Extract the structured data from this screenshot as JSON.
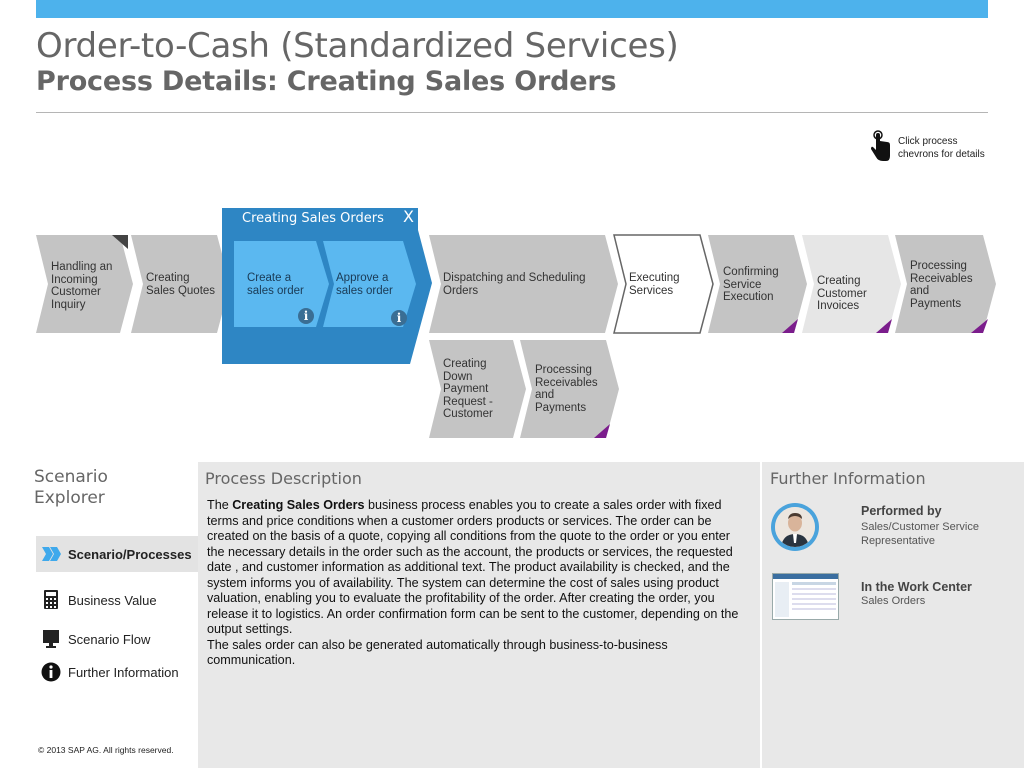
{
  "header": {
    "title": "Order-to-Cash (Standardized Services)",
    "subtitle": "Process Details: Creating Sales Orders"
  },
  "hint": {
    "icon": "hand-pointer-icon",
    "text": "Click process chevrons for details"
  },
  "process_flow": {
    "expanded_group": {
      "title": "Creating Sales Orders",
      "close_label": "X",
      "steps": [
        {
          "label": "Create a sales order",
          "info": "i"
        },
        {
          "label": "Approve a sales order",
          "info": "i"
        }
      ]
    },
    "steps": [
      {
        "label": "Handling an Incoming Customer Inquiry"
      },
      {
        "label": "Creating Sales Quotes"
      },
      {
        "label": "Dispatching and Scheduling Orders"
      },
      {
        "label": "Executing Services"
      },
      {
        "label": "Confirming Service Execution"
      },
      {
        "label": "Creating Customer Invoices"
      },
      {
        "label": "Processing Receivables and Payments"
      }
    ],
    "branch_steps": [
      {
        "label": "Creating Down Payment Request - Customer"
      },
      {
        "label": "Processing Receivables and Payments"
      }
    ]
  },
  "explorer": {
    "title": "Scenario Explorer",
    "items": [
      {
        "label": "Scenario/Processes",
        "icon": "chevrons-icon",
        "active": true
      },
      {
        "label": "Business Value",
        "icon": "calculator-icon",
        "active": false
      },
      {
        "label": "Scenario Flow",
        "icon": "monitor-icon",
        "active": false
      },
      {
        "label": "Further Information",
        "icon": "info-icon",
        "active": false
      }
    ]
  },
  "description": {
    "heading": "Process Description",
    "intro": "The ",
    "bold": "Creating Sales Orders",
    "body": " business process enables you to create a sales order with fixed terms and price conditions when a customer orders products or services. The order can be created on the basis of a quote, copying all conditions from the quote to the order or you enter the necessary details in the order such as the account, the products or services, the requested date , and customer information as additional text. The product availability is checked, and the system informs you of availability. The system can determine the cost of sales using product valuation, enabling you to evaluate the profitability of the order. After creating the order, you release it to logistics. An order confirmation form can be sent to the customer, depending on the output settings.",
    "body2": "The sales order can also be generated automatically through business-to-business communication."
  },
  "further_info": {
    "heading": "Further Information",
    "performed_by_label": "Performed by",
    "performed_by_value": "Sales/Customer Service Representative",
    "work_center_label": "In the Work Center",
    "work_center_value": "Sales Orders"
  },
  "footer": {
    "copyright": "©  2013 SAP AG. All rights reserved."
  },
  "colors": {
    "accent_blue": "#4db2ec",
    "expanded_blue": "#2e86c4",
    "step_blue": "#5bb8f0",
    "chevron_gray": "#c2c2c2",
    "chevron_light": "#e6e6e6",
    "purple_marker": "#7b1d8c",
    "panel_gray": "#e8e8e8"
  }
}
